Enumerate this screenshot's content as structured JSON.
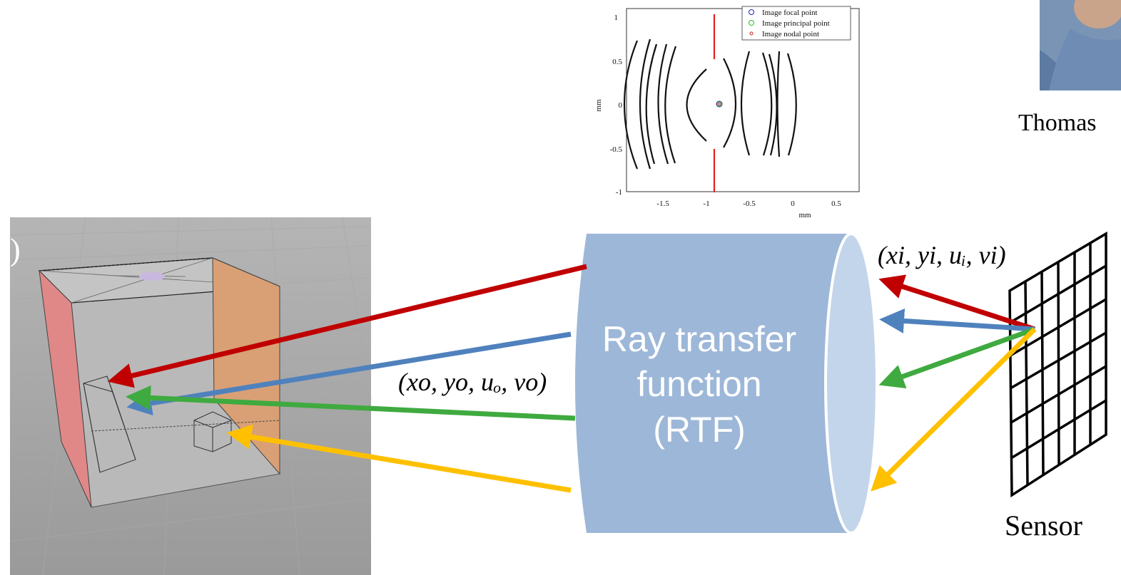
{
  "slide": {
    "rtf_label_lines": [
      "Ray transfer",
      "function",
      "(RTF)"
    ],
    "sensor_label": "Sensor",
    "person_name": "Thomas",
    "object_coords": "(xo, yo, uₒ, vo)",
    "image_coords": "(xi, yi, uᵢ, vi)",
    "clipped_left_text": ")"
  },
  "lens_plot": {
    "ylabel": "mm",
    "xlabel": "mm",
    "xticks": [
      "-1.5",
      "-1",
      "-0.5",
      "0",
      "0.5"
    ],
    "yticks": [
      "1",
      "0.5",
      "0",
      "-0.5",
      "-1"
    ],
    "legend": [
      {
        "label": "Image focal point",
        "color": "#2020c0"
      },
      {
        "label": "Image principal point",
        "color": "#20c020"
      },
      {
        "label": "Image nodal point",
        "color": "#d02020"
      }
    ]
  },
  "colors": {
    "ray_red": "#c00000",
    "ray_blue": "#4f81bd",
    "ray_green": "#3faa3f",
    "ray_yellow": "#ffc000",
    "cylinder": "#9db7d8",
    "cylinder_face": "#c3d5ea",
    "aperture_stop": "#e02020"
  },
  "icons": [
    "portrait-photo",
    "sensor-grid-icon",
    "scene-render-image"
  ]
}
